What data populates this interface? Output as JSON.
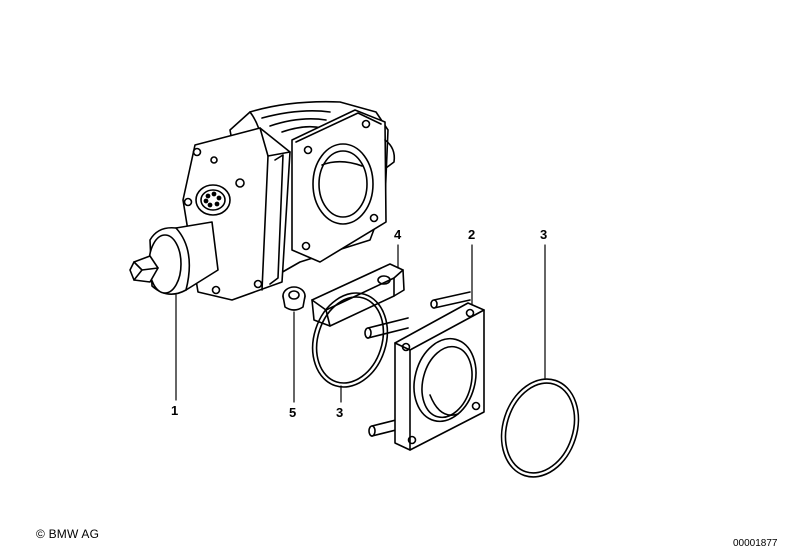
{
  "callouts": {
    "part1": "1",
    "part2": "2",
    "part3_left": "3",
    "part3_right": "3",
    "part4": "4",
    "part5": "5"
  },
  "footer": {
    "copyright": "© BMW AG",
    "diagram_id": "00001877"
  }
}
